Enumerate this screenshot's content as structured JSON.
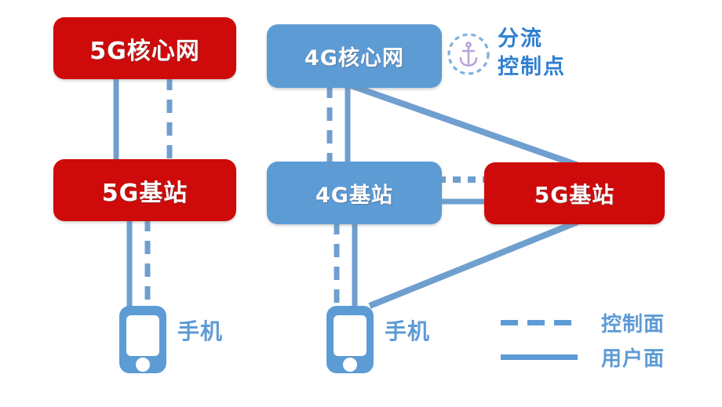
{
  "diagram": {
    "title": "4G/5G Non-Standalone and Standalone Network Architecture Diagram",
    "background_color": "#ffffff",
    "colors": {
      "red_node": "#cf0a0a",
      "blue_node": "#5d9bd5",
      "line_blue": "#5d9bd5",
      "anchor_purple": "#b9a6d6",
      "text_white": "#ffffff",
      "text_blue": "#5d9bd5",
      "text_blue_dark": "#2f7fd0"
    },
    "nodes": [
      {
        "id": "5g-core-left",
        "label": "5G核心网",
        "style": "red",
        "group": "left"
      },
      {
        "id": "5g-bs-left",
        "label": "5G基站",
        "style": "red",
        "group": "left"
      },
      {
        "id": "4g-core",
        "label": "4G核心网",
        "style": "blue",
        "group": "right"
      },
      {
        "id": "4g-bs",
        "label": "4G基站",
        "style": "blue",
        "group": "right"
      },
      {
        "id": "5g-bs-right",
        "label": "5G基站",
        "style": "red",
        "group": "right"
      }
    ],
    "phones": [
      {
        "id": "phone-left",
        "label": "手机",
        "icon": "mobile-phone-icon"
      },
      {
        "id": "phone-right",
        "label": "手机",
        "icon": "mobile-phone-icon"
      }
    ],
    "links": [
      {
        "from": "5g-core-left",
        "to": "5g-bs-left",
        "plane": "user",
        "style": "solid"
      },
      {
        "from": "5g-core-left",
        "to": "5g-bs-left",
        "plane": "control",
        "style": "dashed"
      },
      {
        "from": "5g-bs-left",
        "to": "phone-left",
        "plane": "user",
        "style": "solid"
      },
      {
        "from": "5g-bs-left",
        "to": "phone-left",
        "plane": "control",
        "style": "dashed"
      },
      {
        "from": "4g-core",
        "to": "4g-bs",
        "plane": "user",
        "style": "solid"
      },
      {
        "from": "4g-core",
        "to": "4g-bs",
        "plane": "control",
        "style": "dashed"
      },
      {
        "from": "4g-core",
        "to": "5g-bs-right",
        "plane": "user",
        "style": "solid"
      },
      {
        "from": "4g-bs",
        "to": "5g-bs-right",
        "plane": "control",
        "style": "dashed"
      },
      {
        "from": "4g-bs",
        "to": "5g-bs-right",
        "plane": "user",
        "style": "solid"
      },
      {
        "from": "4g-bs",
        "to": "phone-right",
        "plane": "user",
        "style": "solid"
      },
      {
        "from": "4g-bs",
        "to": "phone-right",
        "plane": "control",
        "style": "dashed"
      },
      {
        "from": "5g-bs-right",
        "to": "phone-right",
        "plane": "user",
        "style": "solid"
      }
    ],
    "anchor_callout": {
      "icon": "anchor-in-dashed-circle-icon",
      "line1": "分流",
      "line2": "控制点"
    },
    "legend": {
      "items": [
        {
          "id": "control-plane",
          "style": "dashed",
          "label": "控制面"
        },
        {
          "id": "user-plane",
          "style": "solid",
          "label": "用户面"
        }
      ]
    }
  }
}
